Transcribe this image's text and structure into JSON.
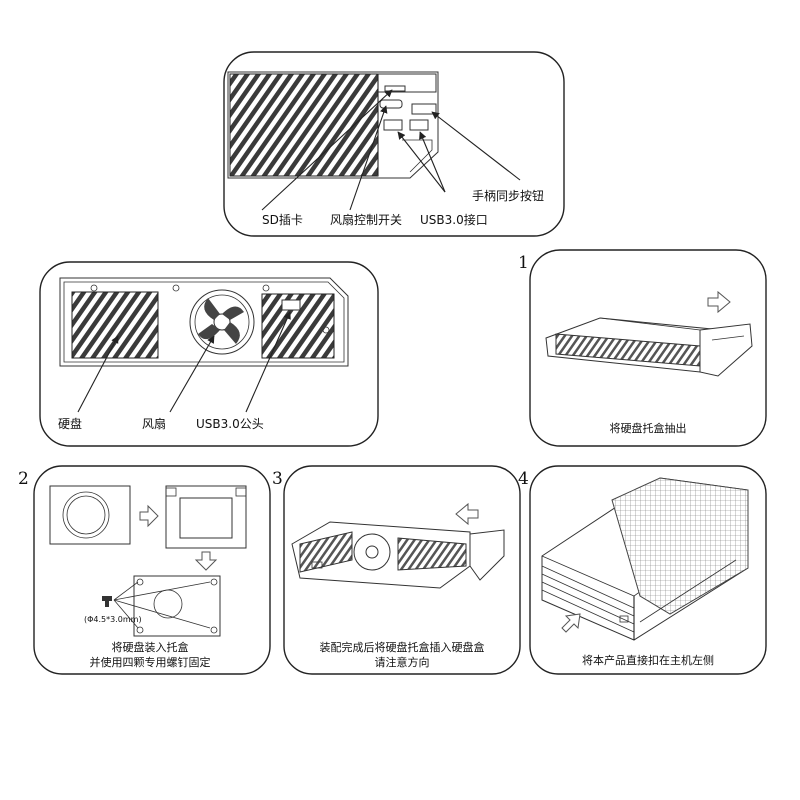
{
  "panels": {
    "top": {
      "labels": {
        "sd": "SD插卡",
        "fan_switch": "风扇控制开关",
        "usb": "USB3.0接口",
        "sync": "手柄同步按钮"
      }
    },
    "structure": {
      "labels": {
        "drive": "硬盘",
        "fan": "风扇",
        "usb_male": "USB3.0公头"
      }
    },
    "step1": {
      "number": "1",
      "caption": "将硬盘托盒抽出"
    },
    "step2": {
      "number": "2",
      "caption_line1": "将硬盘装入托盒",
      "caption_line2": "并使用四颗专用螺钉固定",
      "screw_spec": "(Φ4.5*3.0mm)"
    },
    "step3": {
      "number": "3",
      "caption_line1": "装配完成后将硬盘托盒插入硬盘盒",
      "caption_line2": "请注意方向"
    },
    "step4": {
      "number": "4",
      "caption": "将本产品直接扣在主机左侧"
    }
  },
  "colors": {
    "line": "#222222",
    "background": "#ffffff",
    "arrow_fill": "#ffffff"
  },
  "icons": [
    "arrow-right-icon",
    "arrow-left-icon",
    "arrow-down-icon",
    "arrow-up-right-icon",
    "screw-icon",
    "fan-icon"
  ]
}
